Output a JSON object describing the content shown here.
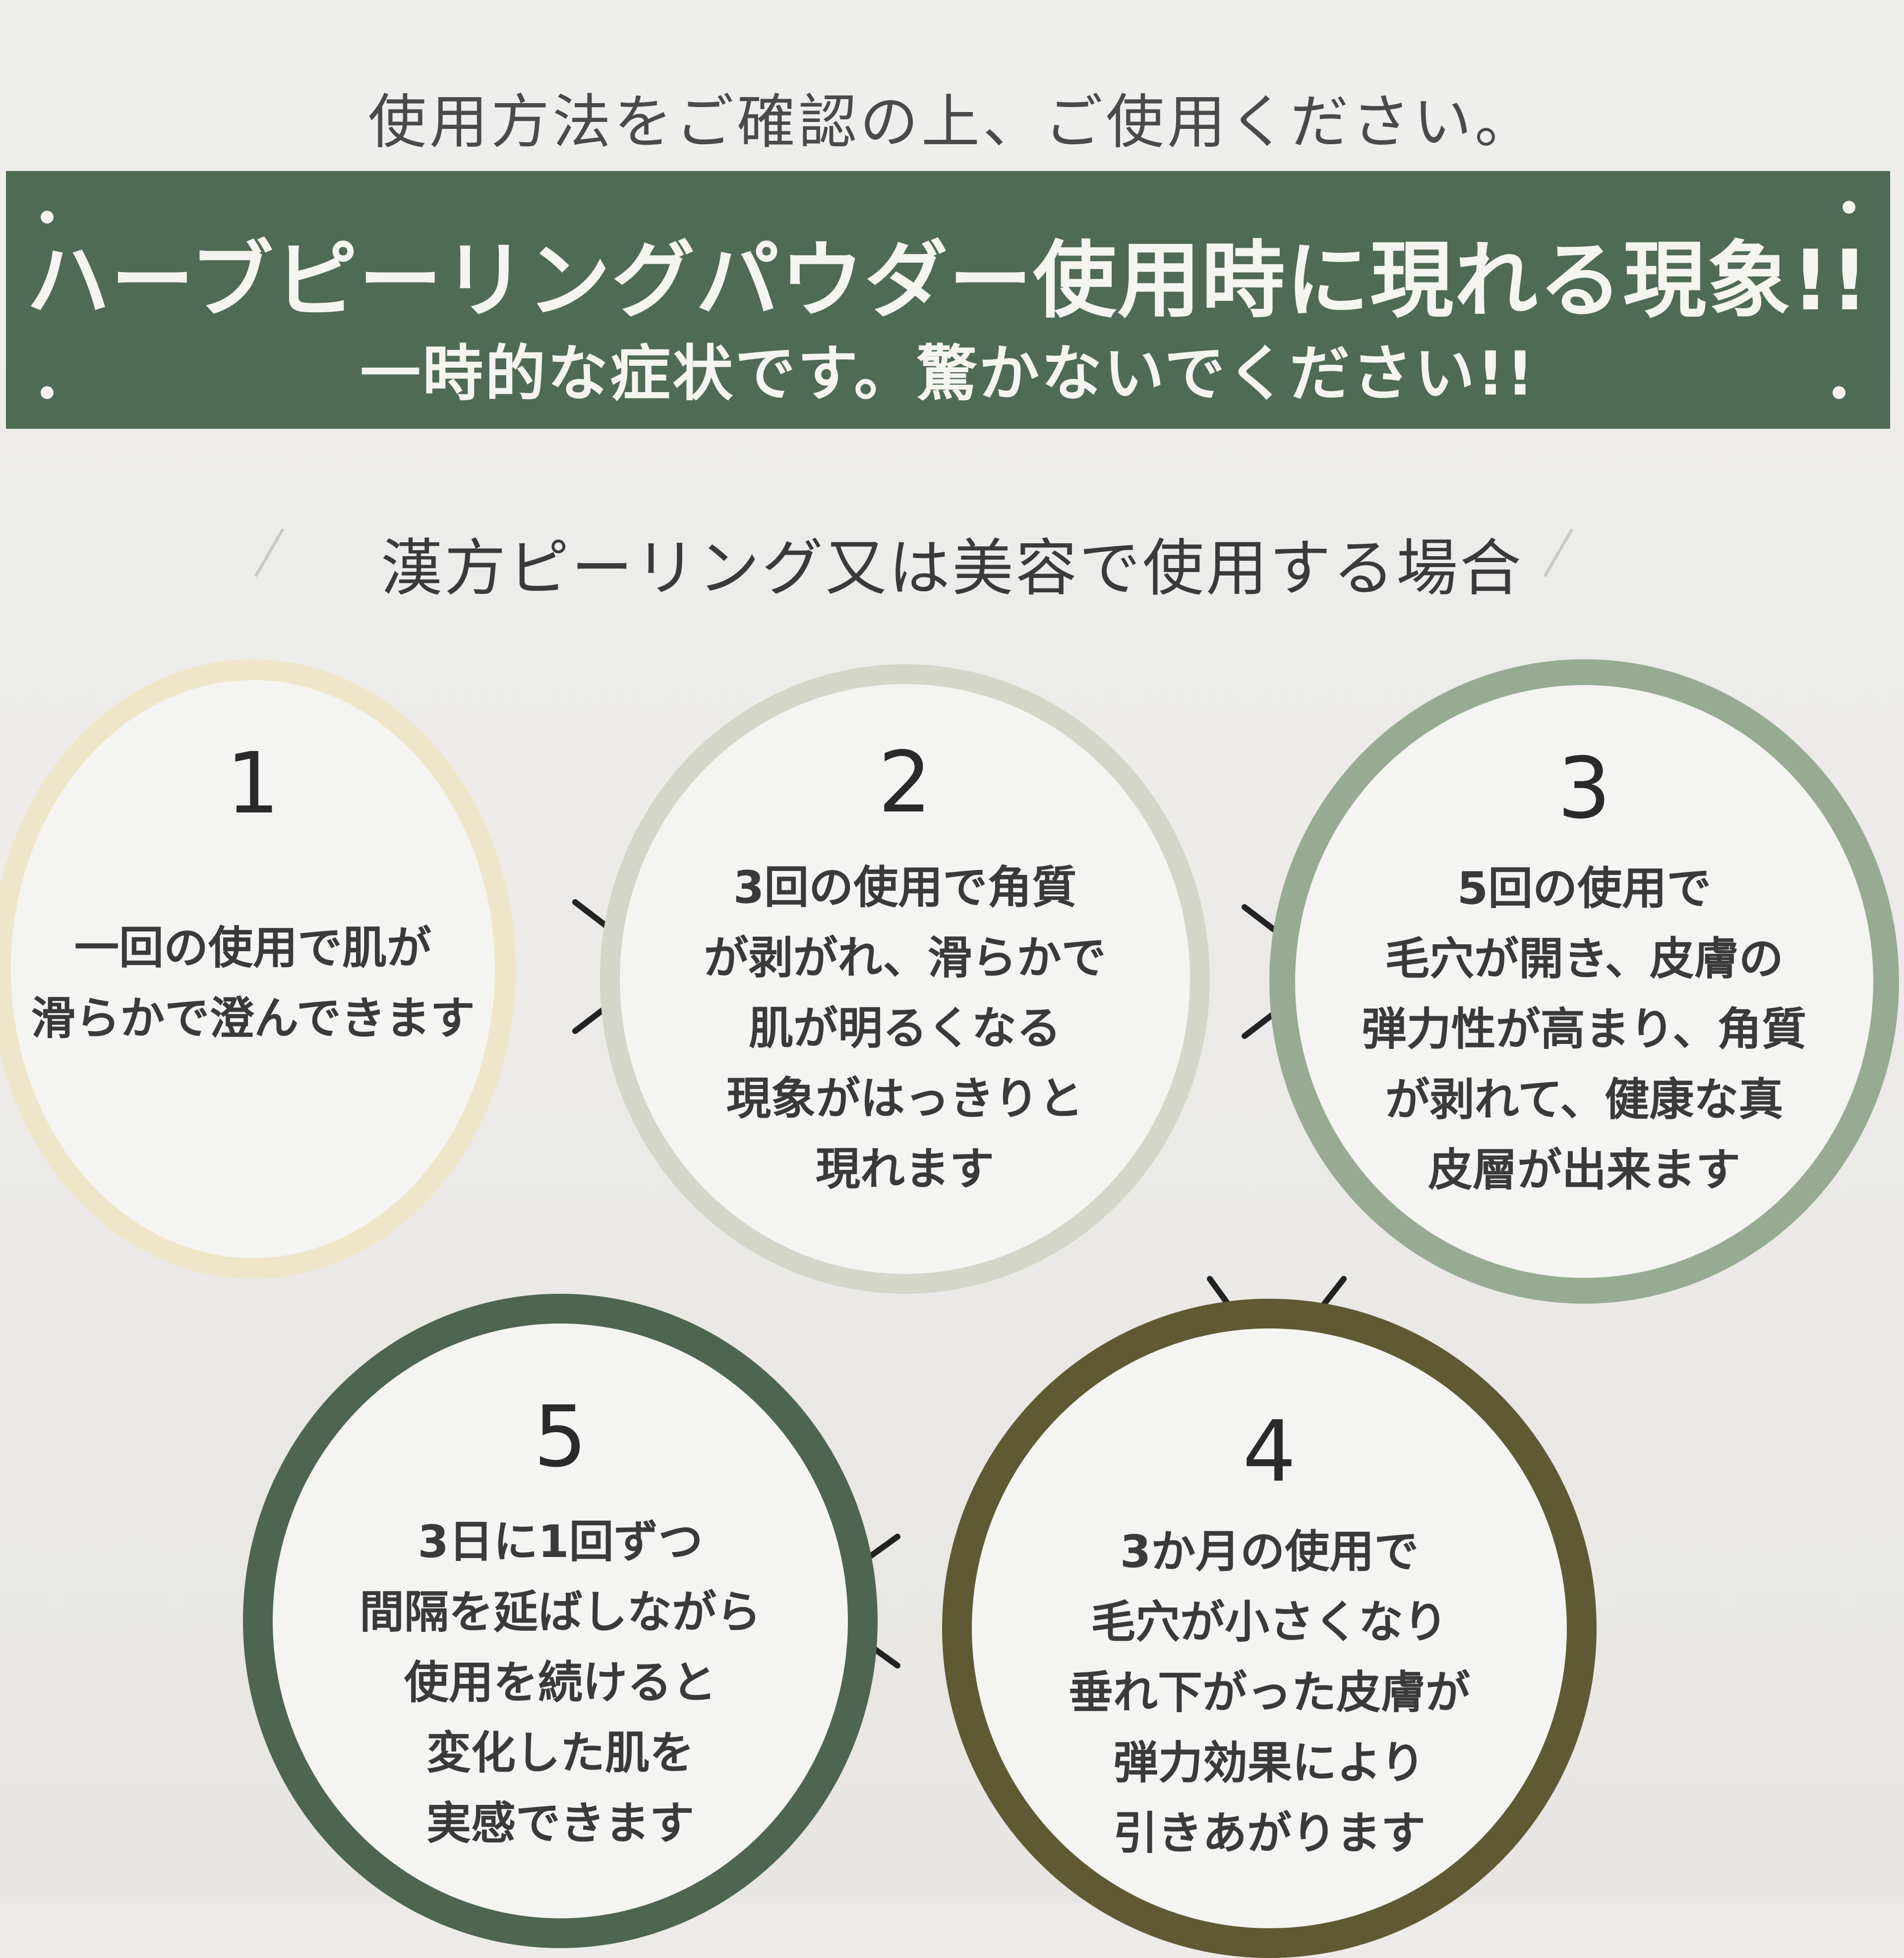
{
  "header": {
    "note": "使用方法をご確認の上、ご使用ください。"
  },
  "banner": {
    "title": "ハーブピーリングパウダー使用時に現れる現象!!",
    "subtitle": "一時的な症状です。驚かないでください!!",
    "color": "#4f6a55"
  },
  "section": {
    "heading": "漢方ピーリング又は美容で使用する場合"
  },
  "steps": [
    {
      "number": "1",
      "lines": [
        "一回の使用で肌が",
        "滑らかで澄んできます"
      ],
      "ring_color": "#efe6c9"
    },
    {
      "number": "2",
      "lines": [
        "3回の使用で角質",
        "が剥がれ、滑らかで",
        "肌が明るくなる",
        "現象がはっきりと",
        "現れます"
      ],
      "ring_color": "#d3d6c9"
    },
    {
      "number": "3",
      "lines": [
        "5回の使用で",
        "毛穴が開き、皮膚の",
        "弾力性が高まり、角質",
        "が剥れて、健康な真",
        "皮層が出来ます"
      ],
      "ring_color": "#97ab93"
    },
    {
      "number": "4",
      "lines": [
        "3か月の使用で",
        "毛穴が小さくなり",
        "垂れ下がった皮膚が",
        "弾力効果により",
        "引きあがります"
      ],
      "ring_color": "#5f5a33"
    },
    {
      "number": "5",
      "lines": [
        "3日に1回ずつ",
        "間隔を延ばしながら",
        "使用を続けると",
        "変化した肌を",
        "実感できます"
      ],
      "ring_color": "#4e6551"
    }
  ]
}
